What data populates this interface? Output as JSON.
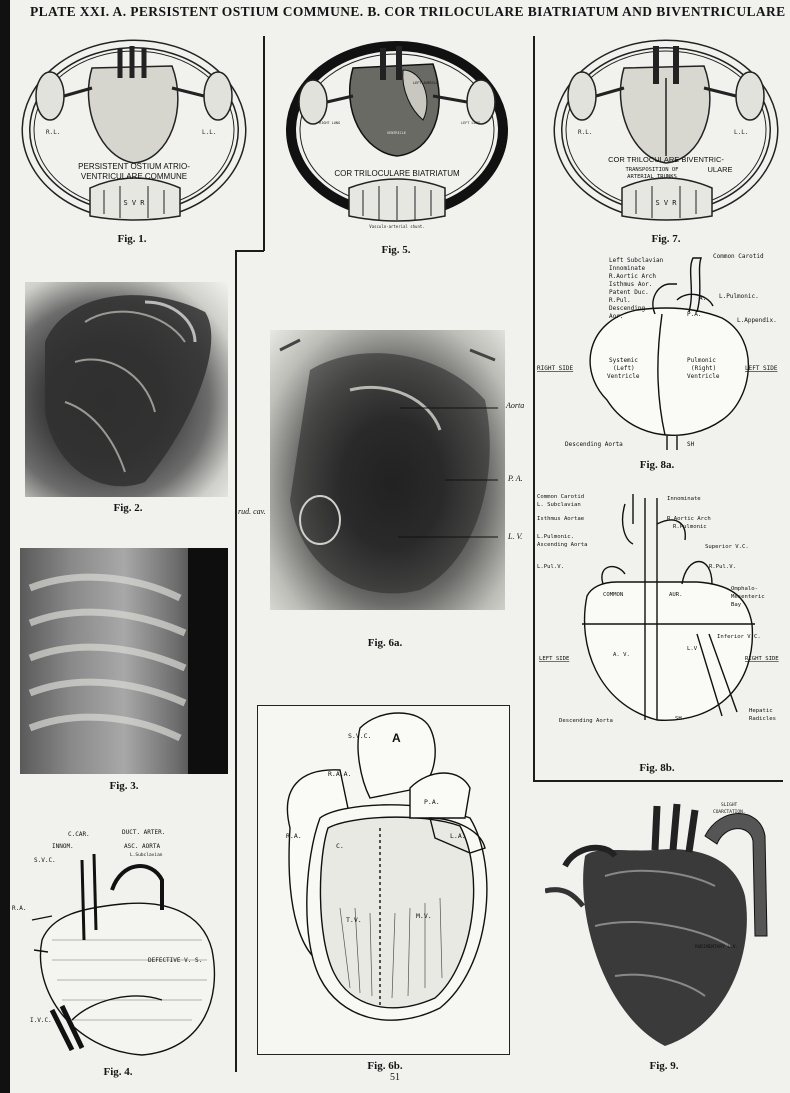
{
  "plate": {
    "title": "PLATE XXI.  A. PERSISTENT OSTIUM COMMUNE.  B. COR TRILOCULARE BIATRIATUM AND BIVENTRICULARE",
    "page_number": "51"
  },
  "fig1": {
    "caption": "Fig. 1.",
    "label_line1": "PERSISTENT OSTIUM ATRIO-",
    "label_line2": "VENTRICULARE COMMUNE",
    "rl": "R.L.",
    "ll": "L.L.",
    "svr": "S V R"
  },
  "fig5": {
    "caption": "Fig. 5.",
    "label": "COR TRILOCULARE BIATRIATUM",
    "left_auricle": "LEFT AURICLE",
    "ventricle": "VENTRICLE",
    "right_lung": "RIGHT LUNG",
    "left_lung": "LEFT LUNG",
    "note": "Vasculo-arterial shunt."
  },
  "fig7": {
    "caption": "Fig. 7.",
    "label_line1": "COR TRILOCULARE BIVENTRIC-",
    "label_line2": "ULARE",
    "sub1": "TRANSPOSITION OF",
    "sub2": "ARTERIAL TRUNKS",
    "rl": "R.L.",
    "ll": "L.L.",
    "svr": "S V R"
  },
  "fig8a": {
    "caption": "Fig. 8a.",
    "common_carotid": "Common Carotid",
    "left_subclavian": "Left Subclavian",
    "innominate": "Innominate",
    "r_aortic_arch": "R.Aortic Arch",
    "isthmus_aor": "Isthmus Aor.",
    "patent_duc": "Patent Duc.",
    "r_pul": "R.Pul.",
    "descending": "Descending",
    "aor": "Aor.",
    "a": "A.",
    "pa": "P.A.",
    "l_pulmonic": "L.Pulmonic.",
    "l_appendix": "L.Appendix.",
    "right_side": "RIGHT SIDE",
    "left_side": "LEFT SIDE",
    "systemic_1": "Systemic",
    "systemic_2": "(Left)",
    "systemic_3": "Ventricle",
    "pulmonic_1": "Pulmonic",
    "pulmonic_2": "(Right)",
    "pulmonic_3": "Ventricle",
    "descending_aorta": "Descending Aorta",
    "initials": "SH"
  },
  "fig8b": {
    "caption": "Fig. 8b.",
    "common_carotid": "Common Carotid",
    "l_subclavian": "L. Subclavian",
    "innominate": "Innominate",
    "isthmus_aortae": "Isthmus Aortae",
    "r_aortic_arch": "R.Aortic Arch",
    "r_pulmonic": "R.Pulmonic",
    "l_pulmonic": "L.Pulmonic.",
    "ascending_aorta": "Ascending Aorta",
    "superior_vc": "Superior V.C.",
    "l_pul_v": "L.Pul.V.",
    "r_pul_v": "R.Pul.V.",
    "common": "COMMON",
    "aur": "AUR.",
    "omphalo_1": "Omphalo-",
    "omphalo_2": "Mesenteric",
    "omphalo_3": "Bay",
    "inferior_vc": "Inferior V.C.",
    "left_side": "LEFT SIDE",
    "right_side": "RIGHT SIDE",
    "av": "A. V.",
    "lv": "L.V",
    "descending_aorta": "Descending Aorta",
    "hepatic_1": "Hepatic",
    "hepatic_2": "Radicles",
    "initials": "SH"
  },
  "fig2": {
    "caption": "Fig. 2."
  },
  "fig3": {
    "caption": "Fig. 3."
  },
  "fig4": {
    "caption": "Fig. 4.",
    "c_car": "C.CAR.",
    "duct_arter": "DUCT. ARTER.",
    "innom": "INNOM.",
    "asc_aorta": "ASC. AORTA",
    "subclavian": "L.Subclavian",
    "svc": "S.V.C.",
    "ra": "R.A.",
    "defective": "DEFECTIVE V. S.",
    "ivc": "I.V.C."
  },
  "fig6a": {
    "caption": "Fig. 6a.",
    "aorta": "Aorta",
    "pa": "P. A.",
    "lv": "L. V.",
    "rud": "rud. cav."
  },
  "fig6b": {
    "caption": "Fig. 6b.",
    "a": "A",
    "svc": "S.V.C.",
    "raa": "R.A.A.",
    "ra": "R.A.",
    "pa": "P.A.",
    "la": "L.A.",
    "c": "C.",
    "tv": "T.V.",
    "mv": "M.V."
  },
  "fig9": {
    "caption": "Fig. 9.",
    "slight": "SLIGHT",
    "coarctation": "COARCTATION.",
    "rudimentary": "RUDIMENTARY L.V."
  }
}
